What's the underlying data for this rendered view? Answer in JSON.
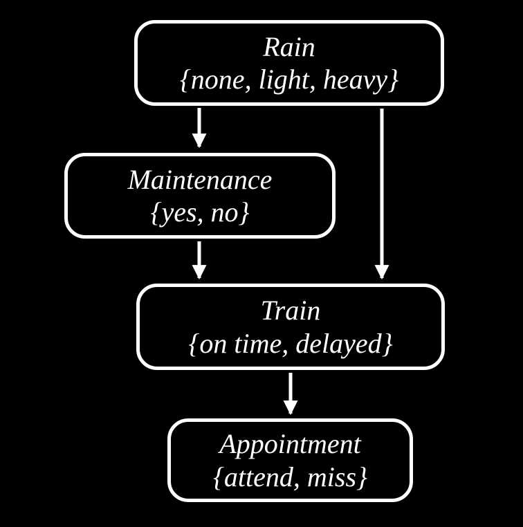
{
  "diagram": {
    "type": "bayesian-network",
    "colors": {
      "background": "#000000",
      "node_border": "#ffffff",
      "text": "#ffffff",
      "arrow": "#ffffff"
    },
    "nodes": [
      {
        "id": "rain",
        "label": "Rain",
        "states": "{none, light, heavy}"
      },
      {
        "id": "maintenance",
        "label": "Maintenance",
        "states": "{yes, no}"
      },
      {
        "id": "train",
        "label": "Train",
        "states": "{on time, delayed}"
      },
      {
        "id": "appointment",
        "label": "Appointment",
        "states": "{attend, miss}"
      }
    ],
    "edges": [
      {
        "from": "rain",
        "to": "maintenance"
      },
      {
        "from": "rain",
        "to": "train"
      },
      {
        "from": "maintenance",
        "to": "train"
      },
      {
        "from": "train",
        "to": "appointment"
      }
    ]
  }
}
